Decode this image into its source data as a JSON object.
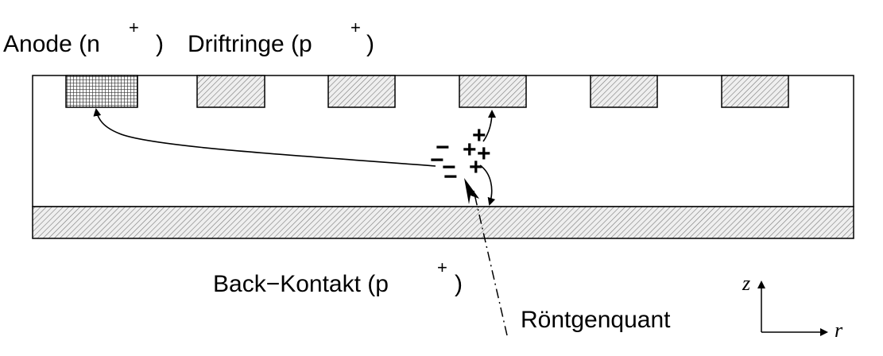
{
  "labels": {
    "anode": "Anode (n",
    "anode_close": ")",
    "drift": "Driftringe (p",
    "drift_close": ")",
    "back": "Back−Kontakt (p",
    "back_close": ")",
    "roentgen": "Röntgenquant",
    "plus": "+"
  },
  "axes": {
    "z": "z",
    "r": "r"
  },
  "charges": {
    "minus": "−",
    "plus": "+"
  }
}
